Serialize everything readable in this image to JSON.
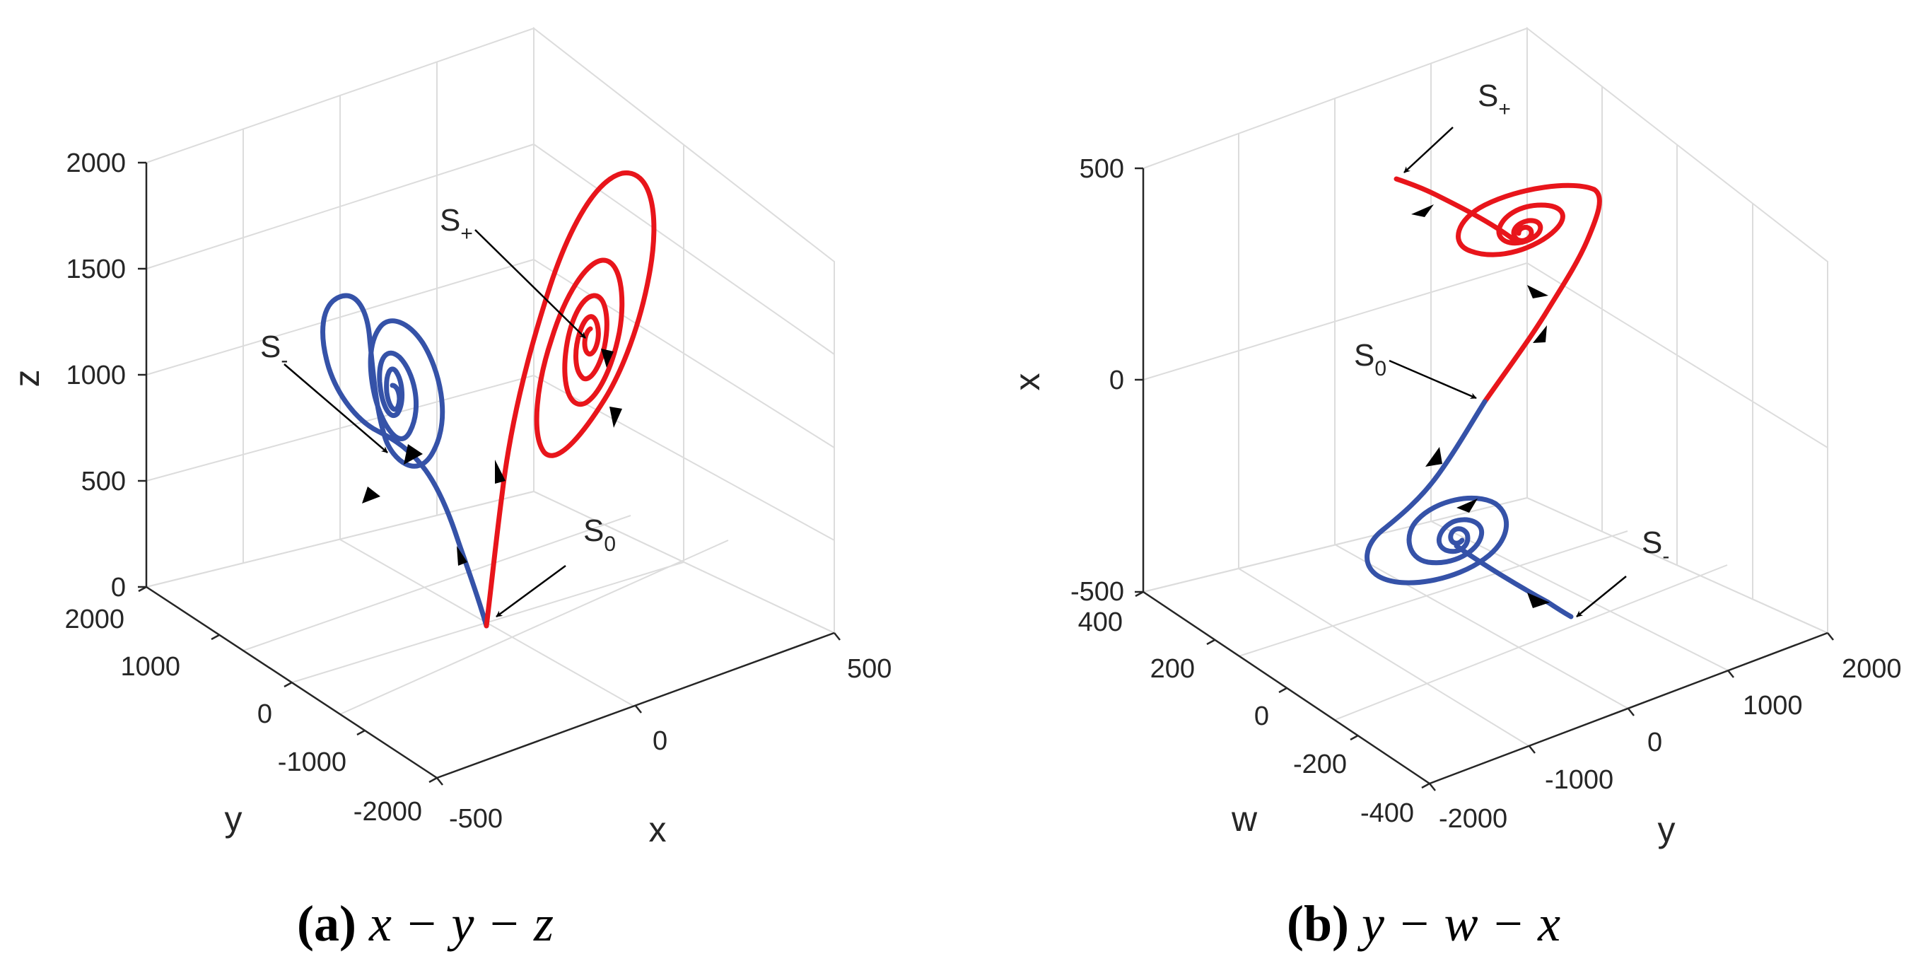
{
  "chart_data": [
    {
      "type": "line",
      "projection": "3d",
      "xlabel": "x",
      "ylabel": "y",
      "zlabel": "z",
      "xlim": [
        -500,
        500
      ],
      "ylim": [
        -2000,
        2000
      ],
      "zlim": [
        0,
        2000
      ],
      "xticks": [
        "-500",
        "0",
        "500"
      ],
      "yticks": [
        "2000",
        "1000",
        "0",
        "-1000",
        "-2000"
      ],
      "zticks": [
        "0",
        "500",
        "1000",
        "1500",
        "2000"
      ],
      "grid": true,
      "series": [
        {
          "color": "#e8151b",
          "branch": "upper",
          "spiral": true
        },
        {
          "color": "#3552a8",
          "branch": "lower",
          "spiral": true
        }
      ],
      "annotations": [
        {
          "main": "S",
          "sub": "+",
          "target": "S_plus"
        },
        {
          "main": "S",
          "sub": "-",
          "target": "S_minus"
        },
        {
          "main": "S",
          "sub": "0",
          "target": "S_zero"
        }
      ],
      "caption": {
        "label": "(a)",
        "math": "x − y − z"
      }
    },
    {
      "type": "line",
      "projection": "3d",
      "xlabel": "y",
      "ylabel": "w",
      "zlabel": "x",
      "xlim": [
        -2000,
        2000
      ],
      "ylim": [
        -400,
        400
      ],
      "zlim": [
        -500,
        500
      ],
      "xticks": [
        "-2000",
        "-1000",
        "0",
        "1000",
        "2000"
      ],
      "yticks": [
        "400",
        "200",
        "0",
        "-200",
        "-400"
      ],
      "zticks": [
        "-500",
        "0",
        "500"
      ],
      "grid": true,
      "series": [
        {
          "color": "#e8151b",
          "branch": "upper",
          "spiral": true
        },
        {
          "color": "#3552a8",
          "branch": "lower",
          "spiral": true
        }
      ],
      "annotations": [
        {
          "main": "S",
          "sub": "+",
          "target": "S_plus"
        },
        {
          "main": "S",
          "sub": "0",
          "target": "S_zero"
        },
        {
          "main": "S",
          "sub": "-",
          "target": "S_minus"
        }
      ],
      "caption": {
        "label": "(b)",
        "math": "y − w − x"
      }
    }
  ]
}
